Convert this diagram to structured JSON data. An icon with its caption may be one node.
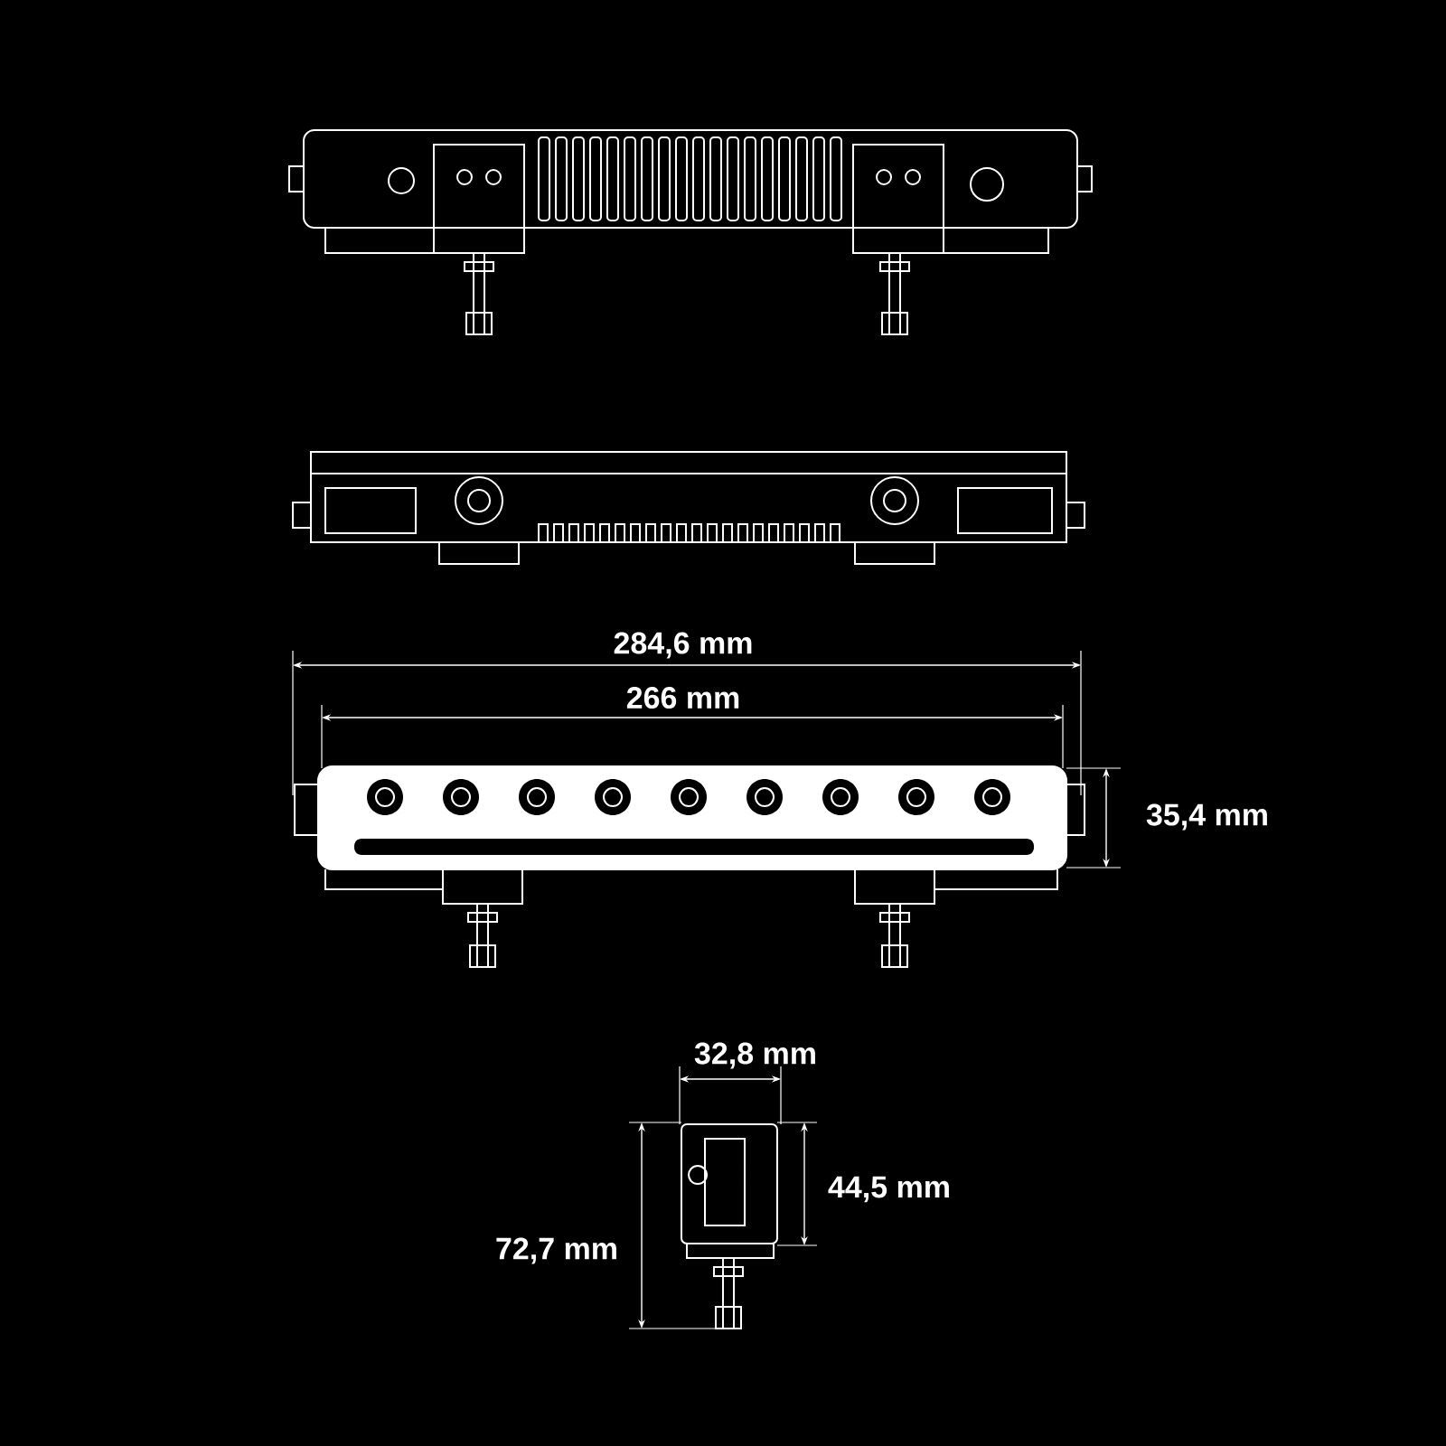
{
  "diagram": {
    "labels": [
      "284,6 mm",
      "266 mm",
      "35,4 mm",
      "32,8 mm",
      "44,5 mm",
      "72,7 mm"
    ]
  }
}
